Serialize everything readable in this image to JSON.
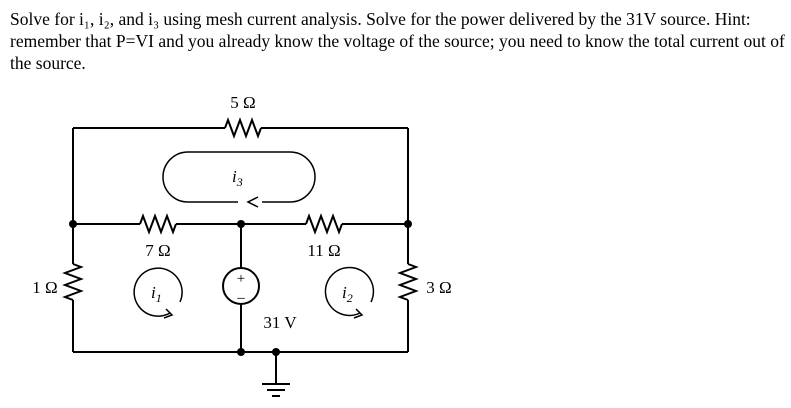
{
  "problem": {
    "text": "Solve for i₁, i₂, and i₃ using mesh current analysis. Solve for the power delivered by the 31V source. Hint: remember that P=VI and you already know the voltage of the source; you need to know the total current out of the source."
  },
  "circuit": {
    "resistors": {
      "r_top": "5 Ω",
      "r_mid_left": "7 Ω",
      "r_mid_right": "11 Ω",
      "r_left": "1 Ω",
      "r_right": "3 Ω"
    },
    "source": {
      "voltage": "31 V",
      "plus": "+",
      "minus": "–"
    },
    "meshes": {
      "i1_main": "i",
      "i1_sub": "1",
      "i2_main": "i",
      "i2_sub": "2",
      "i3_main": "i",
      "i3_sub": "3"
    }
  }
}
